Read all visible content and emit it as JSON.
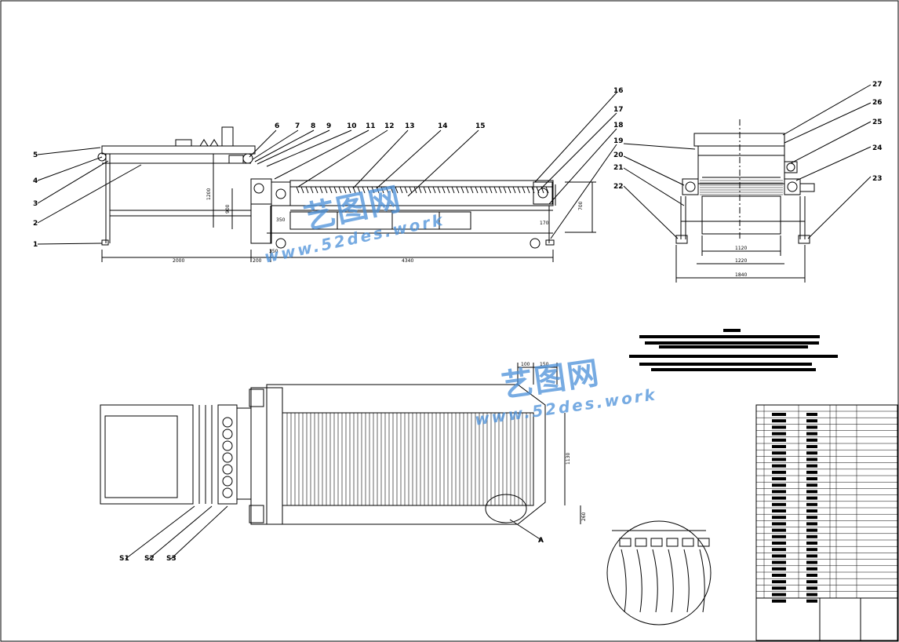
{
  "labels_side": [
    "1",
    "2",
    "3",
    "4",
    "5",
    "6",
    "7",
    "8",
    "9",
    "10",
    "11",
    "12",
    "13",
    "14",
    "15",
    "16",
    "17",
    "18"
  ],
  "labels_end": [
    "19",
    "20",
    "21",
    "22",
    "23",
    "24",
    "25",
    "26",
    "27"
  ],
  "labels_plan": [
    "S1",
    "S2",
    "S3",
    "A"
  ],
  "dims_side": {
    "d2000": "2000",
    "d200": "200",
    "d4340": "4340",
    "d350": "350",
    "d700": "700",
    "d1200": "1200",
    "d900": "900",
    "d170": "170"
  },
  "dims_end": {
    "d1120": "1120",
    "d1220": "1220",
    "d1840": "1840"
  },
  "dims_plan": {
    "d100": "100",
    "d150": "150",
    "d1130": "1130",
    "d260": "260"
  },
  "watermark": {
    "cn": "艺图网",
    "en": "www.52des.work"
  },
  "colors": {
    "line": "#000000",
    "watermark": "#4a90d9"
  }
}
